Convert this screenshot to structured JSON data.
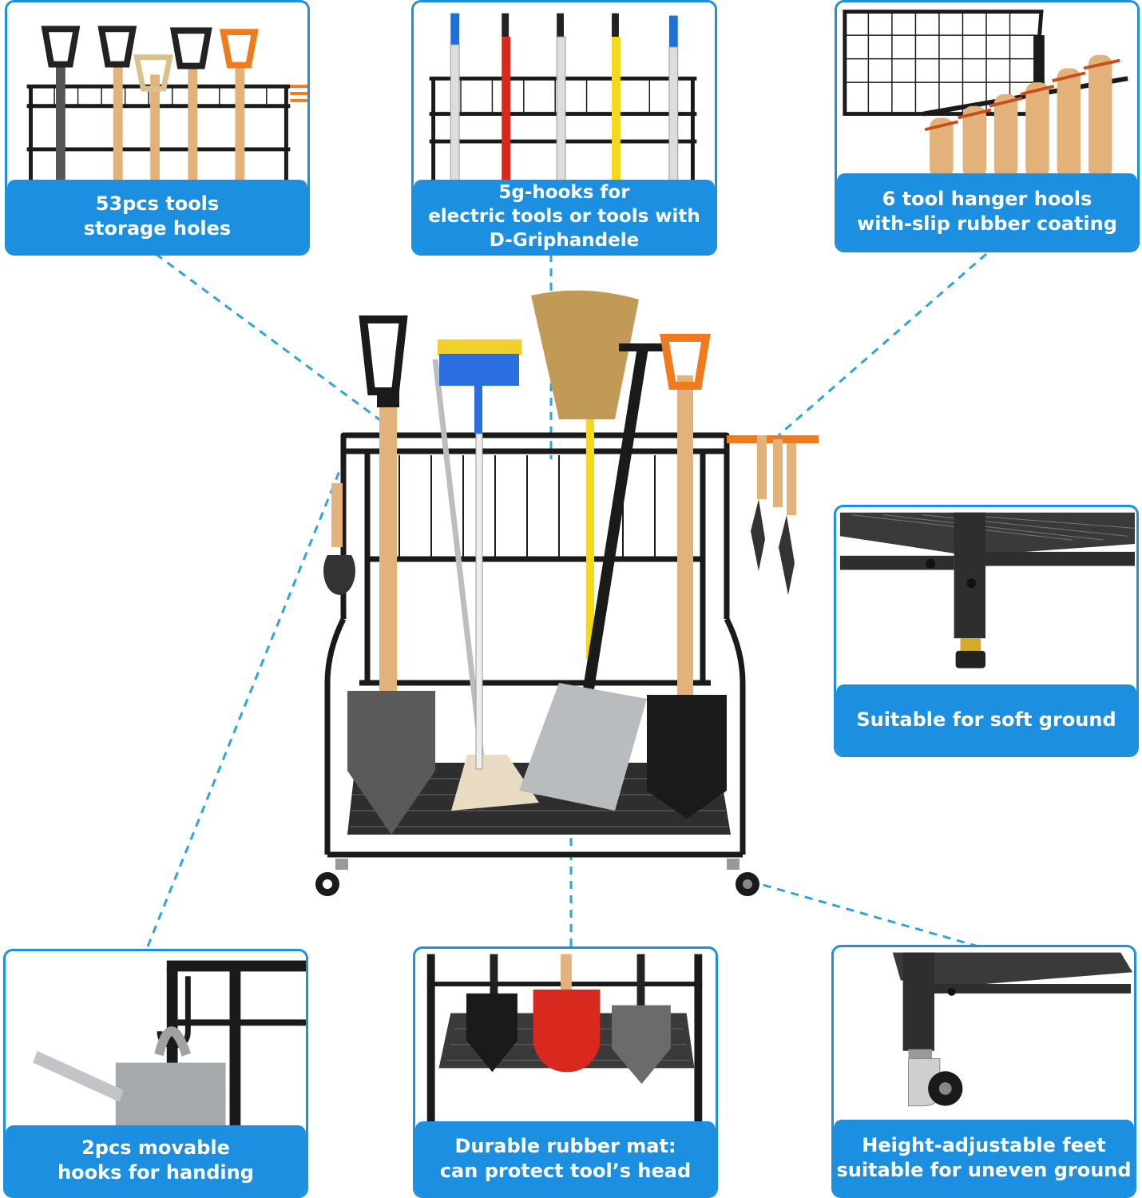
{
  "features": {
    "top_left": "53pcs tools\nstorage holes",
    "top_center": "5g-hooks for\nelectric tools or tools with\nD-Griphandele",
    "top_right": "6 tool hanger hools\nwith-slip rubber coating",
    "middle_right": "Suitable for soft ground",
    "bottom_left": "2pcs movable\nhooks for handing",
    "bottom_center": "Durable rubber mat:\ncan protect tool’s head",
    "bottom_right": "Height-adjustable feet\nsuitable for  uneven ground"
  },
  "colors": {
    "accent": "#1d8fe1",
    "connector": "#2aa6d8",
    "rack": "#1a1a1a",
    "wood": "#e3b27a",
    "orange_grip": "#f07a1e"
  }
}
